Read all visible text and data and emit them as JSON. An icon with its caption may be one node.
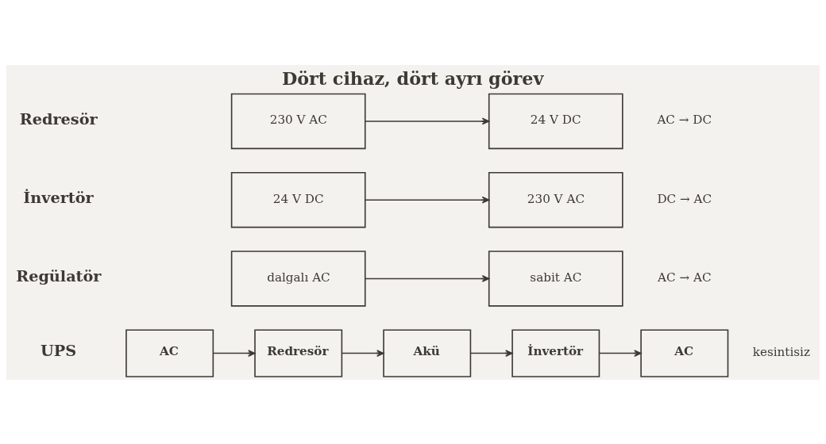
{
  "diagram": {
    "title": "Dört cihaz, dört ayrı görev",
    "nodes": [
      {
        "text": [
          "230 V AC"
        ]
      },
      {
        "text": [
          "24 V DC"
        ],
        "beside": [
          "AC → DC"
        ]
      },
      {
        "text": [
          "24 V DC"
        ]
      },
      {
        "text": [
          "230 V AC"
        ],
        "beside": [
          "DC → AC"
        ]
      },
      {
        "text": [
          "dalgalı AC"
        ]
      },
      {
        "text": [
          "sabit AC"
        ],
        "beside": [
          "AC → AC"
        ]
      },
      {
        "text": [
          "AC"
        ]
      },
      {
        "text": [
          "Redresör"
        ]
      },
      {
        "text": [
          "Akü"
        ]
      },
      {
        "text": [
          "İnvertör"
        ]
      },
      {
        "text": [
          "AC"
        ],
        "beside": [
          "kesintisiz"
        ]
      }
    ],
    "edges": [
      {
        "from": 0,
        "to": 1,
        "arrow": "to"
      },
      {
        "from": 2,
        "to": 3,
        "arrow": "to"
      },
      {
        "from": 4,
        "to": 5,
        "arrow": "to"
      },
      {
        "from": 6,
        "to": 7,
        "arrow": "to"
      },
      {
        "from": 7,
        "to": 8,
        "arrow": "to"
      },
      {
        "from": 8,
        "to": 9,
        "arrow": "to"
      },
      {
        "from": 9,
        "to": 10,
        "arrow": "to"
      }
    ],
    "labels": [
      "Redresör",
      "İnvertör",
      "Regülatör",
      "UPS"
    ]
  }
}
